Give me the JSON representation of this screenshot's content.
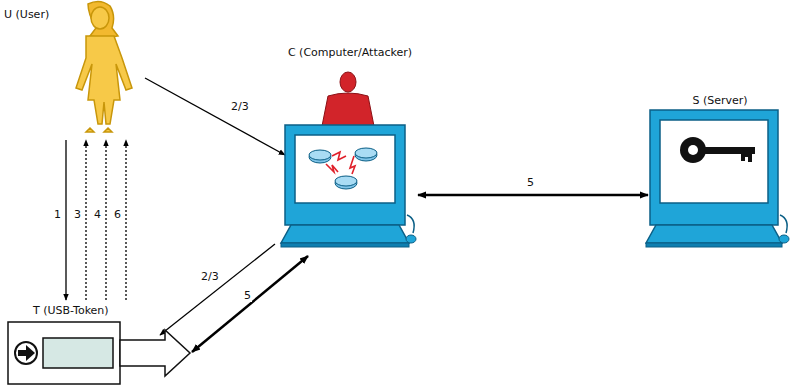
{
  "diagram": {
    "nodes": [
      {
        "text": [
          "U (User)"
        ]
      },
      {
        "text": [
          "C (Computer/Attacker)"
        ]
      },
      {
        "text": [
          "S (Server)"
        ]
      },
      {
        "text": [
          "T (USB-Token)"
        ]
      }
    ],
    "edges": [
      {
        "from": 0,
        "to": 1,
        "label": "2/3",
        "arrow": "to"
      },
      {
        "from": 0,
        "to": 3,
        "label": "1",
        "arrow": "to"
      },
      {
        "from": 3,
        "to": 0,
        "label": "3",
        "arrow": "to"
      },
      {
        "from": 3,
        "to": 0,
        "label": "4",
        "arrow": "to"
      },
      {
        "from": 3,
        "to": 0,
        "label": "6",
        "arrow": "to"
      },
      {
        "from": 1,
        "to": 3,
        "label": "2/3",
        "arrow": "to"
      },
      {
        "from": 1,
        "to": 3,
        "label": "5",
        "arrow": "both"
      },
      {
        "from": 1,
        "to": 2,
        "label": "5",
        "arrow": "both"
      }
    ]
  }
}
